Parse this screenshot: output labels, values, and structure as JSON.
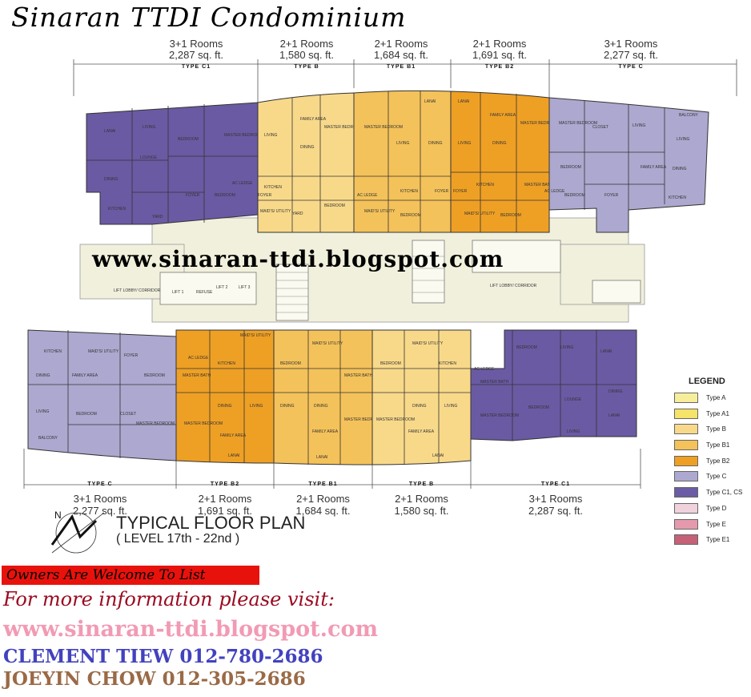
{
  "title": "Sinaran TTDI Condominium",
  "top_units": [
    {
      "rooms": "3+1 Rooms",
      "area": "2,287 sq. ft.",
      "type": "TYPE C1"
    },
    {
      "rooms": "2+1 Rooms",
      "area": "1,580 sq. ft.",
      "type": "TYPE B"
    },
    {
      "rooms": "2+1 Rooms",
      "area": "1,684 sq. ft.",
      "type": "TYPE B1"
    },
    {
      "rooms": "2+1 Rooms",
      "area": "1,691 sq. ft.",
      "type": "TYPE B2"
    },
    {
      "rooms": "3+1 Rooms",
      "area": "2,277 sq. ft.",
      "type": "TYPE C"
    }
  ],
  "bottom_units": [
    {
      "rooms": "3+1 Rooms",
      "area": "2,277 sq. ft.",
      "type": "TYPE C"
    },
    {
      "rooms": "2+1 Rooms",
      "area": "1,691 sq. ft.",
      "type": "TYPE B2"
    },
    {
      "rooms": "2+1 Rooms",
      "area": "1,684 sq. ft.",
      "type": "TYPE B1"
    },
    {
      "rooms": "2+1 Rooms",
      "area": "1,580 sq. ft.",
      "type": "TYPE B"
    },
    {
      "rooms": "3+1 Rooms",
      "area": "2,287 sq. ft.",
      "type": "TYPE C1"
    }
  ],
  "watermark": "www.sinaran-ttdi.blogspot.com",
  "plan_title": "TYPICAL FLOOR PLAN",
  "plan_subtitle": "( LEVEL 17th - 22nd )",
  "north_label": "N",
  "legend": {
    "title": "LEGEND",
    "items": [
      {
        "label": "Type A",
        "color": "#f7ee9c"
      },
      {
        "label": "Type A1",
        "color": "#f5e36a"
      },
      {
        "label": "Type B",
        "color": "#f8d98a"
      },
      {
        "label": "Type B1",
        "color": "#f4c25a"
      },
      {
        "label": "Type B2",
        "color": "#eea025"
      },
      {
        "label": "Type C",
        "color": "#aca8cf"
      },
      {
        "label": "Type C1, CS",
        "color": "#6b5ca5"
      },
      {
        "label": "Type D",
        "color": "#f0d2dc"
      },
      {
        "label": "Type E",
        "color": "#e49aac"
      },
      {
        "label": "Type E1",
        "color": "#c56278"
      }
    ]
  },
  "room_labels": {
    "living": "LIVING",
    "dining": "DINING",
    "master": "MASTER BEDROOM",
    "bedroom": "BEDROOM",
    "kitchen": "KITCHEN",
    "lanai": "LANAI",
    "family": "FAMILY AREA",
    "bath": "BATH",
    "yard": "YARD",
    "foyer": "FOYER",
    "lift": "LIFT",
    "lobby": "LIFT LOBBY/ CORRIDOR",
    "refuse": "REFUSE",
    "maids": "MAID'S/ UTILITY",
    "balcony": "BALCONY",
    "lounge": "LOUNGE",
    "closet": "CLOSET",
    "ac": "AC LEDGE"
  },
  "footer": {
    "owners": "Owners Are Welcome To List",
    "more_info": "For more information please visit:",
    "url": "www.sinaran-ttdi.blogspot.com",
    "contact1": "CLEMENT TIEW 012-780-2686",
    "contact2": "JOEYIN CHOW 012-305-2686"
  }
}
